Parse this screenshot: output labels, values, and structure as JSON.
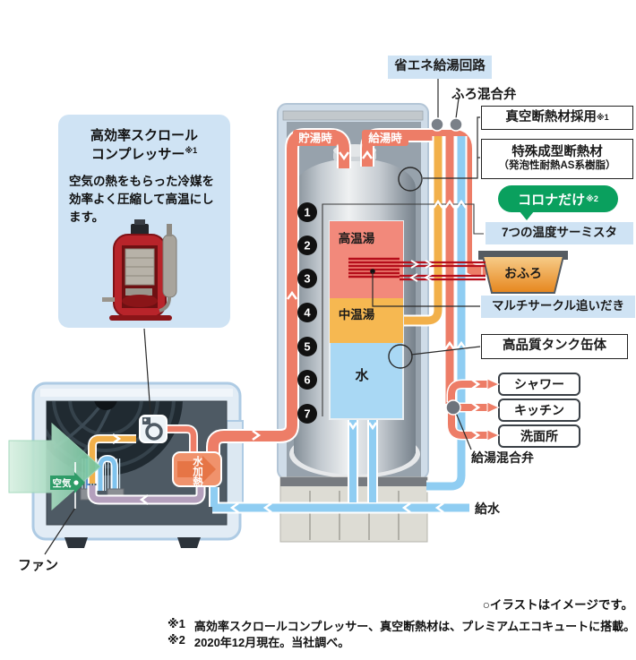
{
  "callout": {
    "title_line1": "高効率スクロール",
    "title_line2": "コンプレッサー",
    "title_note": "※1",
    "body": "空気の熱をもらった冷媒を効率よく圧縮して高温にします。"
  },
  "top_labels": {
    "energy_circuit": "省エネ給湯回路",
    "bath_mixing_valve": "ふろ混合弁"
  },
  "right_labels": {
    "vacuum_insulation": "真空断熱材採用",
    "vacuum_note": "※1",
    "molded_line1": "特殊成型断熱材",
    "molded_line2": "（発泡性耐熱AS系樹脂）",
    "corona_badge": "コロナだけ",
    "corona_note": "※2",
    "thermistors": "7つの温度サーミスタ",
    "multi_circle": "マルチサークル追いだき",
    "tank_body": "高品質タンク缶体",
    "shower": "シャワー",
    "kitchen": "キッチン",
    "washroom": "洗面所",
    "mixing_valve": "給湯混合弁",
    "water_supply": "給水"
  },
  "tank": {
    "storing": "貯湯時",
    "supplying": "給湯時",
    "high_temp": "高温湯",
    "mid_temp": "中温湯",
    "water": "水",
    "numbers": [
      "1",
      "2",
      "3",
      "4",
      "5",
      "6",
      "7"
    ]
  },
  "unit": {
    "air": "空気",
    "fan": "ファン",
    "water_heating": "水加熱"
  },
  "bath": "おふろ",
  "footnotes": {
    "illustration": "○イラストはイメージです。",
    "note1_mark": "※1",
    "note1": "高効率スクロールコンプレッサー、真空断熱材は、プレミアムエコキュートに搭載。",
    "note2_mark": "※2",
    "note2": "2020年12月現在。当社調べ。"
  },
  "colors": {
    "hot_pipe": "#ed7d67",
    "mid_pipe": "#f2b04a",
    "cold_pipe": "#8fcdf2",
    "reheat_line": "#b50d1a",
    "badge_green": "#0aa05e",
    "label_blue": "#cfe3f4"
  }
}
